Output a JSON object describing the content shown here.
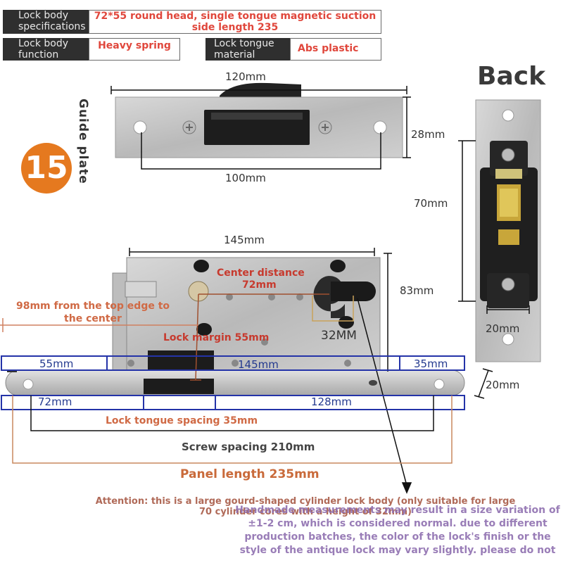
{
  "spec": {
    "body_spec_label": "Lock body specifications",
    "body_spec_value": "72*55 round head, single tongue magnetic suction side length 235",
    "body_function_label": "Lock body function",
    "body_function_value": "Heavy spring",
    "tongue_material_label": "Lock tongue material",
    "tongue_material_value": "Abs plastic"
  },
  "badge": "15",
  "back_title": "Back",
  "guide_plate_label": "Guide plate",
  "guide_plate": {
    "width": "120mm",
    "height": "28mm",
    "hole_spacing": "100mm"
  },
  "back_plate": {
    "height": "70mm",
    "width": "20mm"
  },
  "lock_body": {
    "width": "145mm",
    "height": "83mm",
    "center_distance_label": "Center distance",
    "center_distance_value": "72mm",
    "top_edge_to_center": "98mm from the top edge to the center",
    "lock_margin": "Lock margin 55mm",
    "cylinder_width": "32MM"
  },
  "panel": {
    "seg_55": "55mm",
    "seg_145": "145mm",
    "seg_35": "35mm",
    "thickness": "20mm",
    "seg_72": "72mm",
    "seg_128": "128mm",
    "tongue_spacing": "Lock tongue spacing 35mm",
    "screw_spacing": "Screw spacing 210mm",
    "panel_length": "Panel length 235mm"
  },
  "notes": {
    "attention": "Attention: this is a large gourd-shaped cylinder lock body (only suitable for large 70 cylinder cores with a height of 32mm)",
    "handmade": "Handmade measurements may result in a size variation of ±1-2 cm, which is considered normal. due to different production batches, the color of the lock's finish or the style of the antique lock may vary slightly. please do not"
  }
}
